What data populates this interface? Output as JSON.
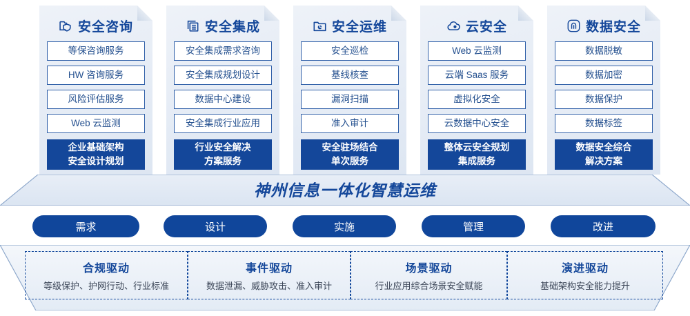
{
  "colors": {
    "brand_blue": "#14479a",
    "pill_blue": "#10469b",
    "item_border": "#2f5fa8",
    "item_text": "#24508f",
    "panel_bg": "#e7edf6",
    "footer_text": "#3b4557"
  },
  "panels": [
    {
      "icon": "folder-shield-icon",
      "title": "安全咨询",
      "items": [
        "等保咨询服务",
        "HW 咨询服务",
        "风险评估服务",
        "Web 云监测"
      ],
      "summary_line1": "企业基础架构",
      "summary_line2": "安全设计规划"
    },
    {
      "icon": "documents-stack-icon",
      "title": "安全集成",
      "items": [
        "安全集成需求咨询",
        "安全集成规划设计",
        "数据中心建设",
        "安全集成行业应用"
      ],
      "summary_line1": "行业安全解决",
      "summary_line2": "方案服务"
    },
    {
      "icon": "folder-chart-icon",
      "title": "安全运维",
      "items": [
        "安全巡检",
        "基线核查",
        "漏洞扫描",
        "准入审计"
      ],
      "summary_line1": "安全驻场结合",
      "summary_line2": "单次服务"
    },
    {
      "icon": "cloud-icon",
      "title": "云安全",
      "items": [
        "Web 云监测",
        "云端 Saas 服务",
        "虚拟化安全",
        "云数据中心安全"
      ],
      "summary_line1": "整体云安全规划",
      "summary_line2": "集成服务"
    },
    {
      "icon": "fingerprint-icon",
      "title": "数据安全",
      "items": [
        "数据脱敏",
        "数据加密",
        "数据保护",
        "数据标签"
      ],
      "summary_line1": "数据安全综合",
      "summary_line2": "解决方案"
    }
  ],
  "banner": {
    "title": "神州信息一体化智慧运维"
  },
  "phases": [
    {
      "label": "需求"
    },
    {
      "label": "设计"
    },
    {
      "label": "实施"
    },
    {
      "label": "管理"
    },
    {
      "label": "改进"
    }
  ],
  "drivers": [
    {
      "title": "合规驱动",
      "desc": "等级保护、护网行动、行业标准"
    },
    {
      "title": "事件驱动",
      "desc": "数据泄漏、威胁攻击、准入审计"
    },
    {
      "title": "场景驱动",
      "desc": "行业应用综合场景安全赋能"
    },
    {
      "title": "演进驱动",
      "desc": "基础架构安全能力提升"
    }
  ]
}
